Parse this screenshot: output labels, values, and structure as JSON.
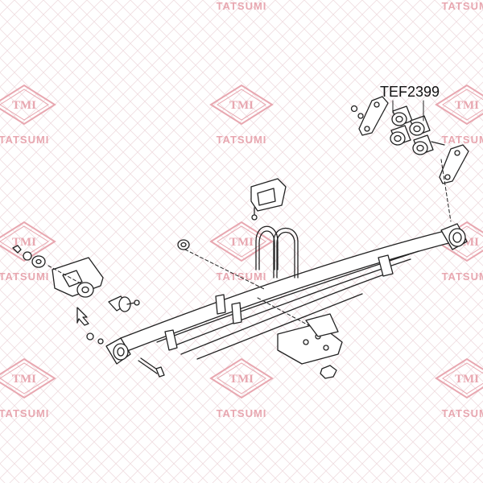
{
  "diagram": {
    "part_label": "TEF2399",
    "watermark": {
      "brand_text": "TATSUMI",
      "logo_text": "TMI",
      "color": "#e8a7b0",
      "pattern_color": "#f0dde0"
    },
    "line_color": "#222222"
  }
}
